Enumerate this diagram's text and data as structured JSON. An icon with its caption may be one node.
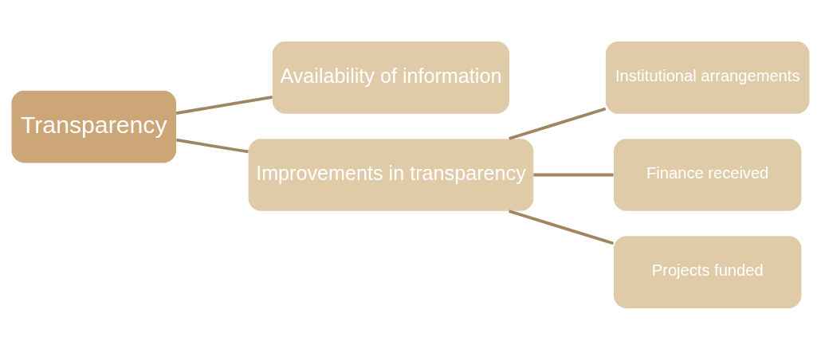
{
  "diagram": {
    "nodes": [
      {
        "text": [
          "Transparency"
        ]
      },
      {
        "text": [
          "Availability of information"
        ]
      },
      {
        "text": [
          "Improvements in transparency"
        ]
      },
      {
        "text": [
          "Institutional arrangements"
        ]
      },
      {
        "text": [
          "Finance received"
        ]
      },
      {
        "text": [
          "Projects funded"
        ]
      }
    ],
    "edges": [
      {
        "from": 0,
        "to": 1,
        "arrow": "none"
      },
      {
        "from": 0,
        "to": 2,
        "arrow": "none"
      },
      {
        "from": 2,
        "to": 3,
        "arrow": "none"
      },
      {
        "from": 2,
        "to": 4,
        "arrow": "none"
      },
      {
        "from": 2,
        "to": 5,
        "arrow": "none"
      }
    ]
  }
}
